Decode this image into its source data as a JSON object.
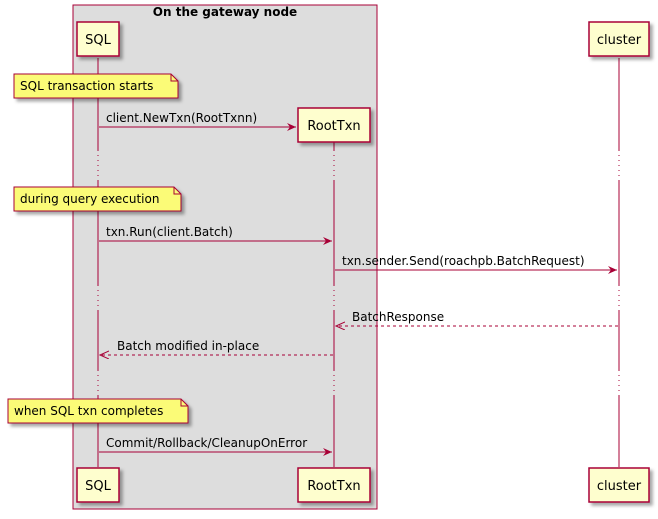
{
  "group": {
    "title": "On the gateway node"
  },
  "participants": {
    "sql": "SQL",
    "roottxn": "RootTxn",
    "cluster": "cluster"
  },
  "notes": {
    "txn_starts": "SQL transaction starts",
    "query_exec": "during query execution",
    "txn_completes": "when SQL txn completes"
  },
  "messages": {
    "new_txn": "client.NewTxn(RootTxnn)",
    "txn_run": "txn.Run(client.Batch)",
    "sender_send": "txn.sender.Send(roachpb.BatchRequest)",
    "batch_response": "BatchResponse",
    "batch_modified": "Batch modified in-place",
    "commit": "Commit/Rollback/CleanupOnError"
  },
  "colors": {
    "box_fill": "#fefece",
    "line": "#a80036",
    "group_fill": "#dddddd",
    "note_fill": "#fbfb77"
  }
}
